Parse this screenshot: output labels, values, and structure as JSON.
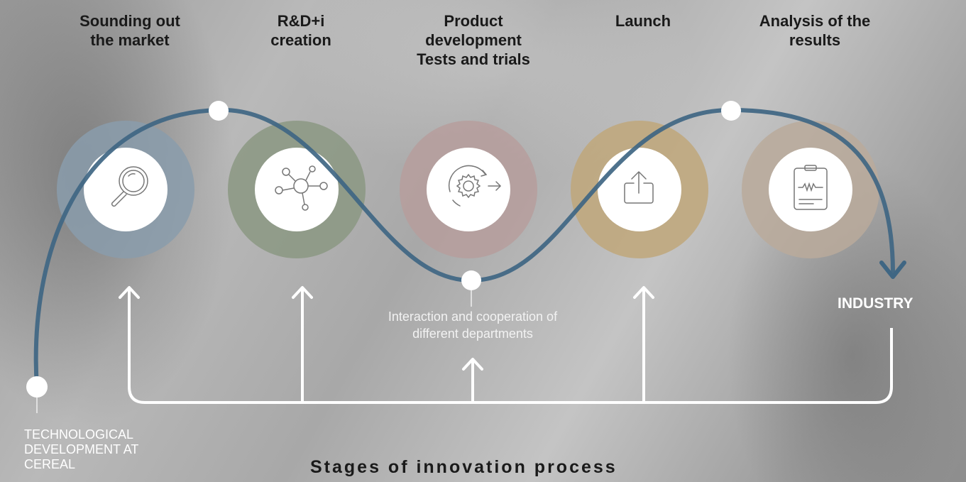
{
  "stages": [
    {
      "title_line1": "Sounding out",
      "title_line2": "the market",
      "title_line3": "",
      "color": "#8a9cab",
      "icon": "magnifier-icon"
    },
    {
      "title_line1": "R&D+i",
      "title_line2": "creation",
      "title_line3": "",
      "color": "#8b9882",
      "icon": "network-nodes-icon"
    },
    {
      "title_line1": "Product",
      "title_line2": "development",
      "title_line3": "Tests and trials",
      "color": "#b69d9c",
      "icon": "gear-process-icon"
    },
    {
      "title_line1": "Launch",
      "title_line2": "",
      "title_line3": "",
      "color": "#bfa77a",
      "icon": "share-upload-icon"
    },
    {
      "title_line1": "Analysis of the",
      "title_line2": "results",
      "title_line3": "",
      "color": "#baaa9b",
      "icon": "clipboard-chart-icon"
    }
  ],
  "labels": {
    "interaction_line1": "Interaction and cooperation of",
    "interaction_line2": "different departments",
    "industry": "INDUSTRY",
    "origin_line1": "TECHNOLOGICAL",
    "origin_line2": "DEVELOPMENT AT",
    "origin_line3": "CEREAL",
    "footer": "Stages of innovation process"
  },
  "colors": {
    "curve": "#3f6683",
    "arrows": "#ffffff",
    "titles": "#1a1a1a"
  }
}
